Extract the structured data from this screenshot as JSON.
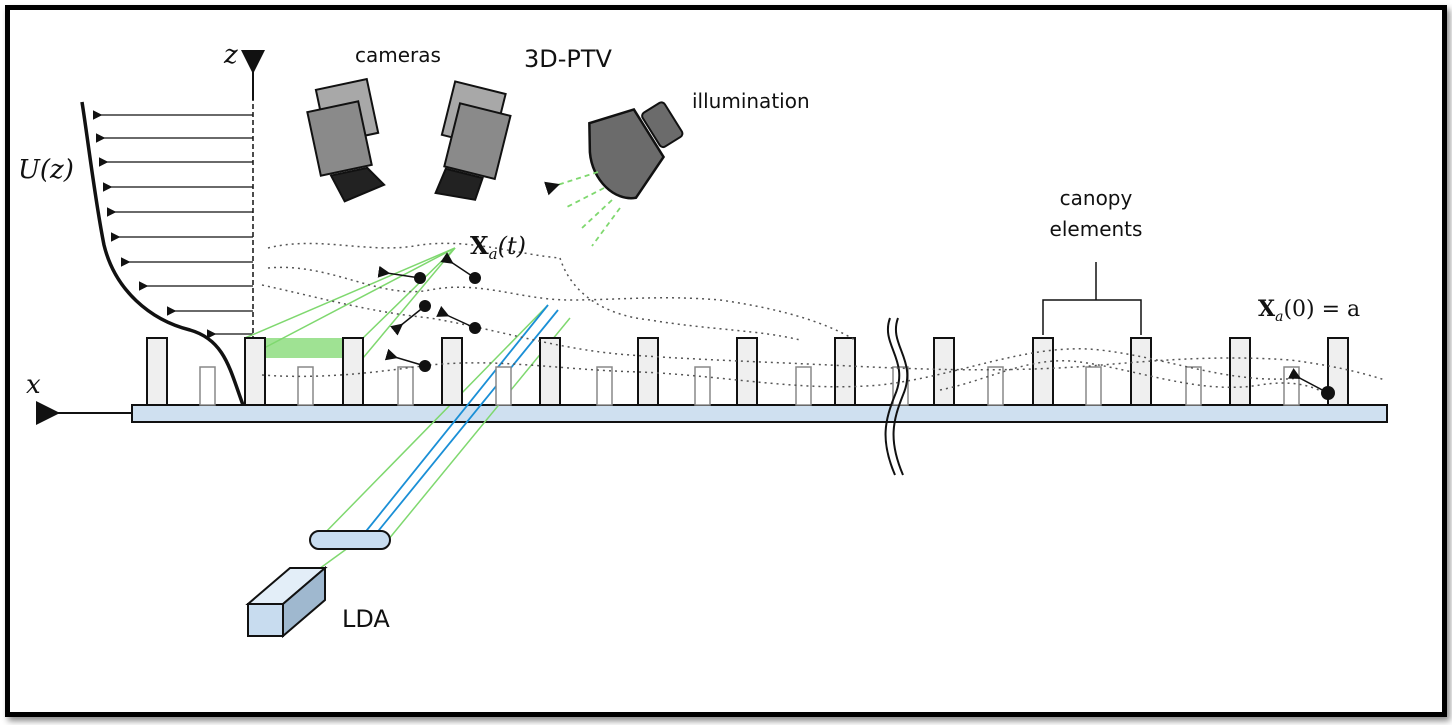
{
  "labels": {
    "cameras": "cameras",
    "ptv": "3D-PTV",
    "illumination": "illumination",
    "canopy_line1": "canopy",
    "canopy_line2": "elements",
    "lda": "LDA",
    "axis_z": "z",
    "axis_x": "x",
    "profile": "U(z)",
    "traj_t_X": "X",
    "traj_t_sub": "a",
    "traj_t_arg": "(t)",
    "traj_0_X": "X",
    "traj_0_sub": "a",
    "traj_0_rest": "(0) = a"
  },
  "colors": {
    "green_beam": "#7fd86f",
    "blue_beam": "#1a8fd6",
    "floor": "#cfe0f0",
    "camera_body": "#8a8a8a",
    "lamp": "#6b6b6b",
    "lda_box": "#c8dcef"
  },
  "icons": [
    "camera-icon",
    "camera-icon",
    "illumination-lamp-icon",
    "lda-laser-box-icon"
  ]
}
